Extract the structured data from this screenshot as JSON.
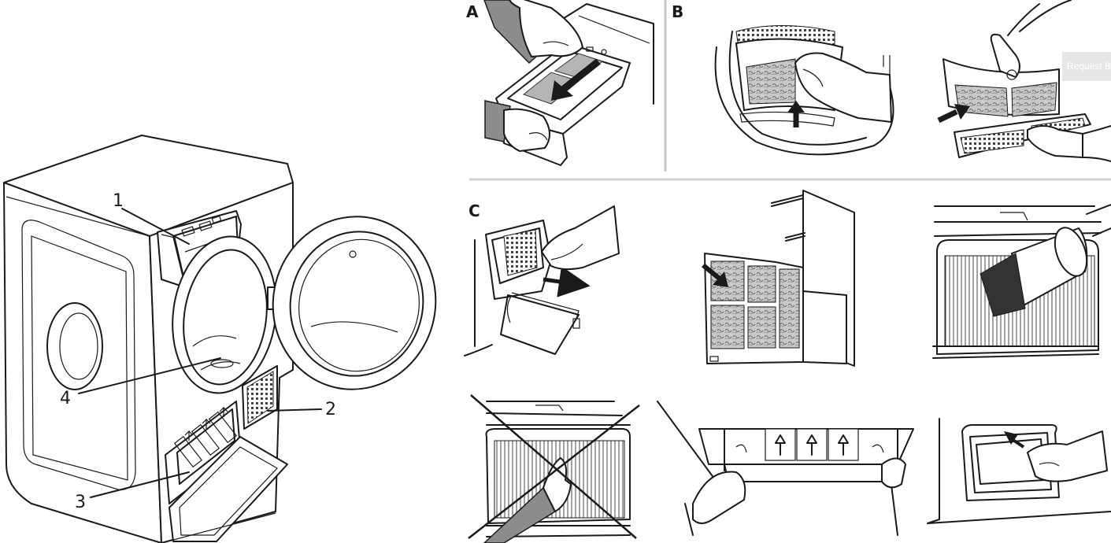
{
  "callouts": {
    "c1": "1",
    "c2": "2",
    "c3": "3",
    "c4": "4"
  },
  "panels": {
    "a": "A",
    "b": "B",
    "c": "C"
  },
  "side_tab": {
    "label": "Request B"
  },
  "icons": [
    "arrow-icon",
    "cross-out-icon"
  ],
  "colors": {
    "ink": "#1a1a1a",
    "sleeve_grey": "#8c8c8c",
    "divider": "#d0d0d0"
  }
}
